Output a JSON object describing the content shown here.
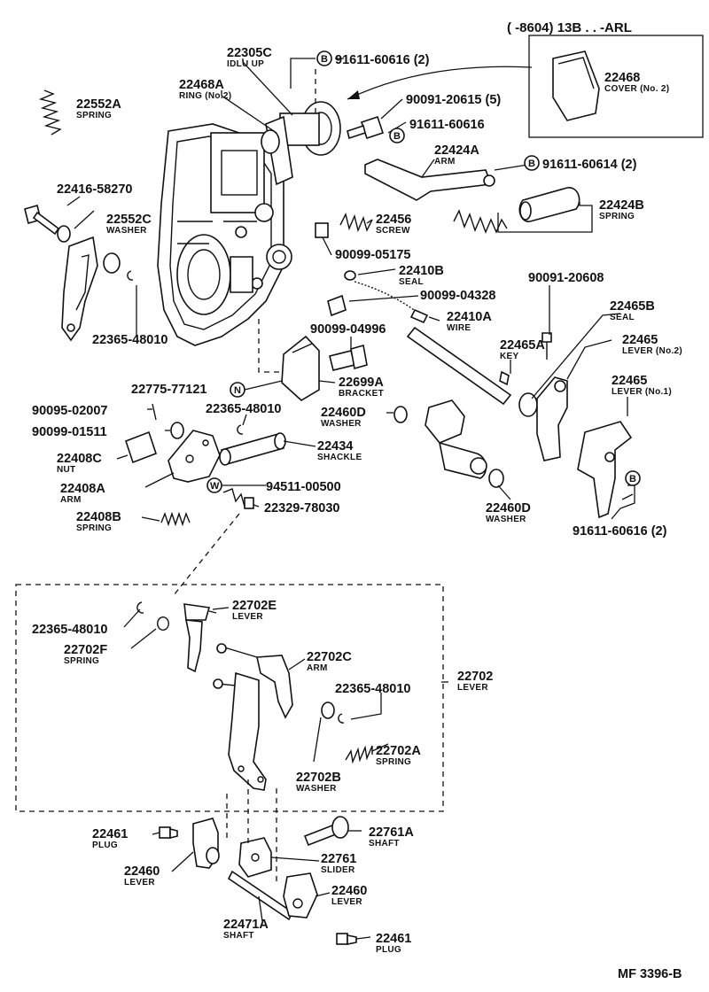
{
  "header": {
    "applicability": "(      -8604) 13B . .  -ARL"
  },
  "footer": {
    "figure_code": "MF 3396-B"
  },
  "symbols": {
    "b": "B",
    "n": "N",
    "w": "W"
  },
  "parts": [
    {
      "id": "p22305C",
      "number": "22305C",
      "name": "IDLU UP"
    },
    {
      "id": "p22468A",
      "number": "22468A",
      "name": "RING (No.2)"
    },
    {
      "id": "p22552A",
      "number": "22552A",
      "name": "SPRING"
    },
    {
      "id": "p91611_60616_top",
      "number": "91611-60616 (2)",
      "name": ""
    },
    {
      "id": "p22468",
      "number": "22468",
      "name": "COVER (No. 2)"
    },
    {
      "id": "p90091_20615",
      "number": "90091-20615 (5)",
      "name": ""
    },
    {
      "id": "p91611_60616",
      "number": "91611-60616",
      "name": ""
    },
    {
      "id": "p22424A",
      "number": "22424A",
      "name": "ARM"
    },
    {
      "id": "p91611_60614",
      "number": "91611-60614 (2)",
      "name": ""
    },
    {
      "id": "p22416_58270",
      "number": "22416-58270",
      "name": ""
    },
    {
      "id": "p22552C",
      "number": "22552C",
      "name": "WASHER"
    },
    {
      "id": "p22456",
      "number": "22456",
      "name": "SCREW"
    },
    {
      "id": "p22424B",
      "number": "22424B",
      "name": "SPRING"
    },
    {
      "id": "p90099_05175",
      "number": "90099-05175",
      "name": ""
    },
    {
      "id": "p22410B",
      "number": "22410B",
      "name": "SEAL"
    },
    {
      "id": "p90091_20608",
      "number": "90091-20608",
      "name": ""
    },
    {
      "id": "p90099_04328",
      "number": "90099-04328",
      "name": ""
    },
    {
      "id": "p22465B",
      "number": "22465B",
      "name": "SEAL"
    },
    {
      "id": "p22365_48010_a",
      "number": "22365-48010",
      "name": ""
    },
    {
      "id": "p22410A",
      "number": "22410A",
      "name": "WIRE"
    },
    {
      "id": "p90099_04996",
      "number": "90099-04996",
      "name": ""
    },
    {
      "id": "p22465A",
      "number": "22465A",
      "name": "KEY"
    },
    {
      "id": "p22465_no2",
      "number": "22465",
      "name": "LEVER (No.2)"
    },
    {
      "id": "p22775_77121",
      "number": "22775-77121",
      "name": ""
    },
    {
      "id": "p22699A",
      "number": "22699A",
      "name": "BRACKET"
    },
    {
      "id": "p22465_no1",
      "number": "22465",
      "name": "LEVER (No.1)"
    },
    {
      "id": "p90095_02007",
      "number": "90095-02007",
      "name": ""
    },
    {
      "id": "p22365_48010_b",
      "number": "22365-48010",
      "name": ""
    },
    {
      "id": "p22460D_a",
      "number": "22460D",
      "name": "WASHER"
    },
    {
      "id": "p90099_01511",
      "number": "90099-01511",
      "name": ""
    },
    {
      "id": "p22434",
      "number": "22434",
      "name": "SHACKLE"
    },
    {
      "id": "p22408C",
      "number": "22408C",
      "name": "NUT"
    },
    {
      "id": "p22408A",
      "number": "22408A",
      "name": "ARM"
    },
    {
      "id": "p94511_00500",
      "number": "94511-00500",
      "name": ""
    },
    {
      "id": "p22329_78030",
      "number": "22329-78030",
      "name": ""
    },
    {
      "id": "p22460D_b",
      "number": "22460D",
      "name": "WASHER"
    },
    {
      "id": "p22408B",
      "number": "22408B",
      "name": "SPRING"
    },
    {
      "id": "p91611_60616_bot",
      "number": "91611-60616 (2)",
      "name": ""
    },
    {
      "id": "p22702E",
      "number": "22702E",
      "name": "LEVER"
    },
    {
      "id": "p22365_48010_c",
      "number": "22365-48010",
      "name": ""
    },
    {
      "id": "p22702F",
      "number": "22702F",
      "name": "SPRING"
    },
    {
      "id": "p22702C",
      "number": "22702C",
      "name": "ARM"
    },
    {
      "id": "p22702",
      "number": "22702",
      "name": "LEVER"
    },
    {
      "id": "p22365_48010_d",
      "number": "22365-48010",
      "name": ""
    },
    {
      "id": "p22702A",
      "number": "22702A",
      "name": "SPRING"
    },
    {
      "id": "p22702B",
      "number": "22702B",
      "name": "WASHER"
    },
    {
      "id": "p22461_a",
      "number": "22461",
      "name": "PLUG"
    },
    {
      "id": "p22761A",
      "number": "22761A",
      "name": "SHAFT"
    },
    {
      "id": "p22460_a",
      "number": "22460",
      "name": "LEVER"
    },
    {
      "id": "p22761",
      "number": "22761",
      "name": "SLIDER"
    },
    {
      "id": "p22460_b",
      "number": "22460",
      "name": "LEVER"
    },
    {
      "id": "p22471A",
      "number": "22471A",
      "name": "SHAFT"
    },
    {
      "id": "p22461_b",
      "number": "22461",
      "name": "PLUG"
    }
  ]
}
